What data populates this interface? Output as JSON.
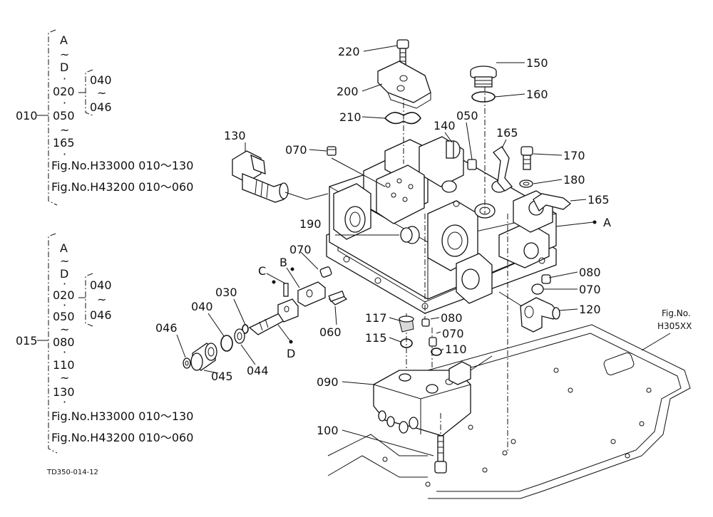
{
  "diagram": {
    "drawing_number": "TD350-014-12",
    "reference": {
      "line1": "Fig.No.",
      "line2": "H305XX"
    },
    "group_010": {
      "number": "010",
      "items": [
        "A",
        "~",
        "D",
        "·",
        "020",
        "·",
        "050",
        "~",
        "165",
        "·"
      ],
      "sub": [
        "040",
        "~",
        "046"
      ],
      "fig1": "Fig.No.H33000  010～130",
      "fig2": "Fig.No.H43200  010～060"
    },
    "group_015": {
      "number": "015",
      "items": [
        "A",
        "~",
        "D",
        "·",
        "020",
        "·",
        "050",
        "~",
        "080",
        "·",
        "110",
        "~",
        "130",
        "·"
      ],
      "sub": [
        "040",
        "~",
        "046"
      ],
      "fig1": "Fig.No.H33000  010～130",
      "fig2": "Fig.No.H43200  010～060"
    },
    "callouts": {
      "c220": "220",
      "c200": "200",
      "c210": "210",
      "c150": "150",
      "c160": "160",
      "c130": "130",
      "c070a": "070",
      "c140": "140",
      "c050": "050",
      "c165a": "165",
      "c170": "170",
      "c180": "180",
      "c165b": "165",
      "cA": "A",
      "c190": "190",
      "c070b": "070",
      "cC": "C",
      "cB": "B",
      "c030": "030",
      "c040": "040",
      "c046": "046",
      "c044": "044",
      "c045": "045",
      "cD": "D",
      "c060": "060",
      "c117": "117",
      "c115": "115",
      "c080a": "080",
      "c070c": "070",
      "c110": "110",
      "c080b": "080",
      "c070d": "070",
      "c120": "120",
      "c090": "090",
      "c100": "100"
    }
  }
}
